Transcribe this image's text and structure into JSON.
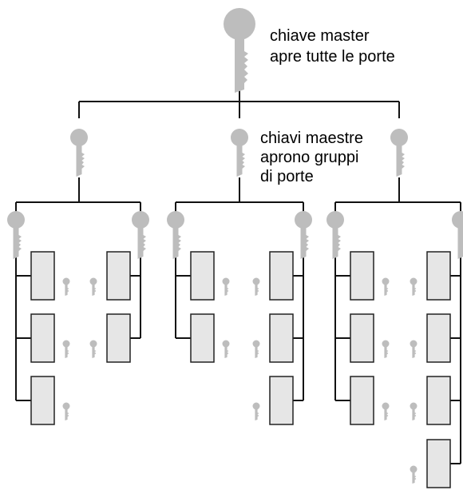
{
  "labels": {
    "master_line1": "chiave master",
    "master_line2": "apre tutte le porte",
    "group_line1": "chiavi maestre",
    "group_line2": "aprono gruppi",
    "group_line3": "di porte"
  },
  "colors": {
    "key": "#bdbdbd",
    "line": "#111111",
    "door_fill": "#e6e6e6",
    "door_stroke": "#222222"
  },
  "hierarchy": {
    "master_key": 1,
    "group_master_keys": 3,
    "groups": [
      {
        "branches": [
          {
            "doors": 3
          },
          {
            "doors": 2
          }
        ]
      },
      {
        "branches": [
          {
            "doors": 2
          },
          {
            "doors": 3
          }
        ]
      },
      {
        "branches": [
          {
            "doors": 3
          },
          {
            "doors": 4
          }
        ]
      }
    ]
  }
}
